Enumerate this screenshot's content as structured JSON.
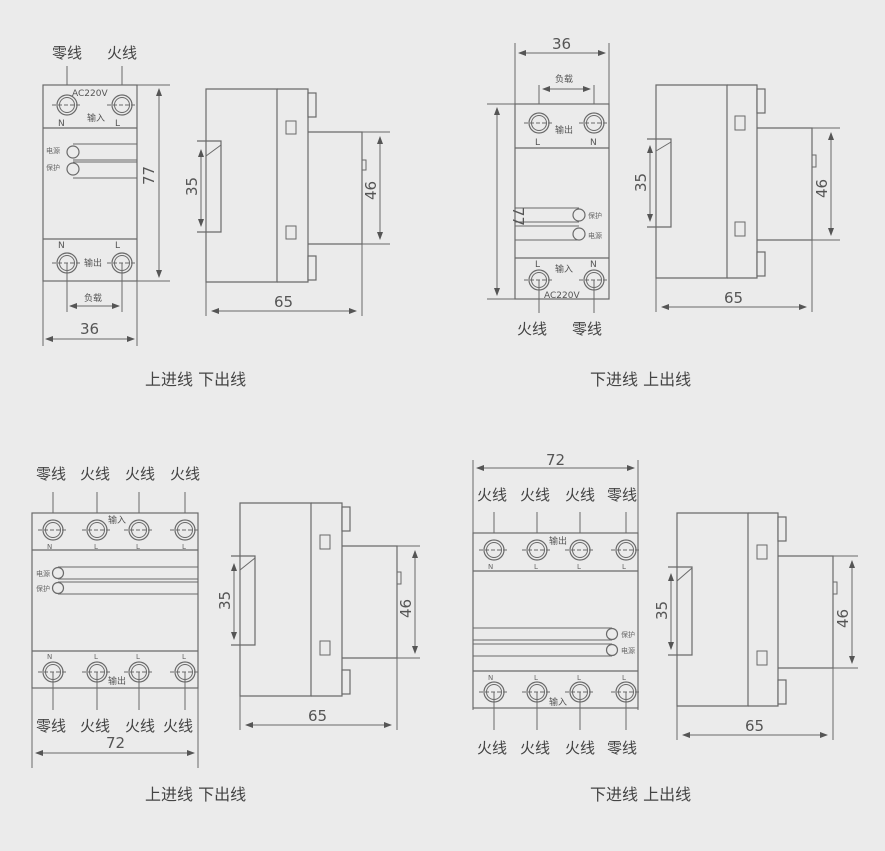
{
  "colors": {
    "background": "#ebebeb",
    "line": "#6a6a6a",
    "text": "#444444"
  },
  "panels": [
    {
      "caption": "上进线 下出线",
      "top_wires": [
        "零线",
        "火线"
      ],
      "bottom_dim_label": "负载",
      "input_label": "输入",
      "output_label": "输出",
      "voltage_label": "AC220V",
      "terminal_top": [
        "N",
        "L"
      ],
      "terminal_bottom": [
        "N",
        "L"
      ],
      "indicators": [
        "电源",
        "保护"
      ],
      "dims": {
        "width": "36",
        "height": "77",
        "rail": "35",
        "depth": "65",
        "face": "46"
      }
    },
    {
      "caption": "下进线 上出线",
      "bottom_wires": [
        "火线",
        "零线"
      ],
      "top_dim_label": "负载",
      "input_label": "输入",
      "output_label": "输出",
      "voltage_label": "AC220V",
      "terminal_top": [
        "L",
        "N"
      ],
      "terminal_bottom": [
        "L",
        "N"
      ],
      "indicators": [
        "保护",
        "电源"
      ],
      "dims": {
        "width": "36",
        "height": "77",
        "rail": "35",
        "depth": "65",
        "face": "46"
      }
    },
    {
      "caption": "上进线 下出线",
      "top_wires": [
        "零线",
        "火线",
        "火线",
        "火线"
      ],
      "bottom_wires": [
        "零线",
        "火线",
        "火线",
        "火线"
      ],
      "input_label": "输入",
      "output_label": "输出",
      "terminal_top": [
        "N",
        "L",
        "L",
        "L"
      ],
      "terminal_bottom": [
        "N",
        "L",
        "L",
        "L"
      ],
      "indicators": [
        "电源",
        "保护"
      ],
      "dims": {
        "width": "72",
        "rail": "35",
        "depth": "65",
        "face": "46"
      }
    },
    {
      "caption": "下进线 上出线",
      "top_wires": [
        "火线",
        "火线",
        "火线",
        "零线"
      ],
      "bottom_wires": [
        "火线",
        "火线",
        "火线",
        "零线"
      ],
      "input_label": "输入",
      "output_label": "输出",
      "terminal_top": [
        "N",
        "L",
        "L",
        "L"
      ],
      "terminal_bottom": [
        "N",
        "L",
        "L",
        "L"
      ],
      "indicators": [
        "保护",
        "电源"
      ],
      "dims": {
        "width": "72",
        "rail": "35",
        "depth": "65",
        "face": "46"
      }
    }
  ]
}
